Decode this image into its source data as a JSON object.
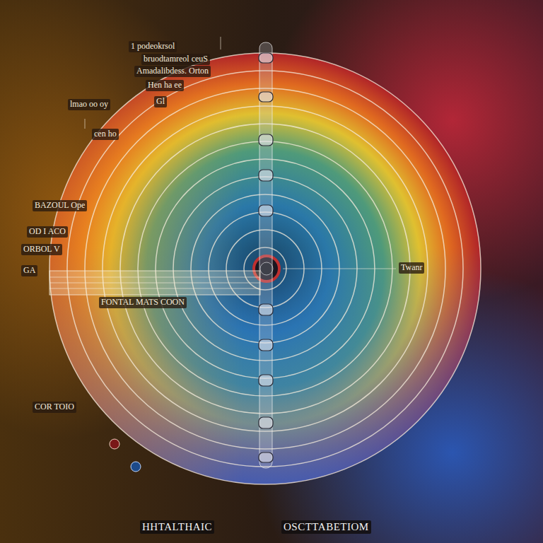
{
  "diagram": {
    "labels": [
      "1 podeokrsol",
      "bruodtamreol ceuS",
      "Amadalibdess. Orton",
      "Hen ha ee",
      "lmao oo oy",
      "Gl",
      "cen ho",
      "BAZOUL Ope",
      "OD I ACO",
      "ORBOL V",
      "GA",
      "Twanr",
      "FONTAL MATS COON",
      "COR TOIO",
      "HHTALTHAIC",
      "OSCTTABETIOM"
    ]
  }
}
